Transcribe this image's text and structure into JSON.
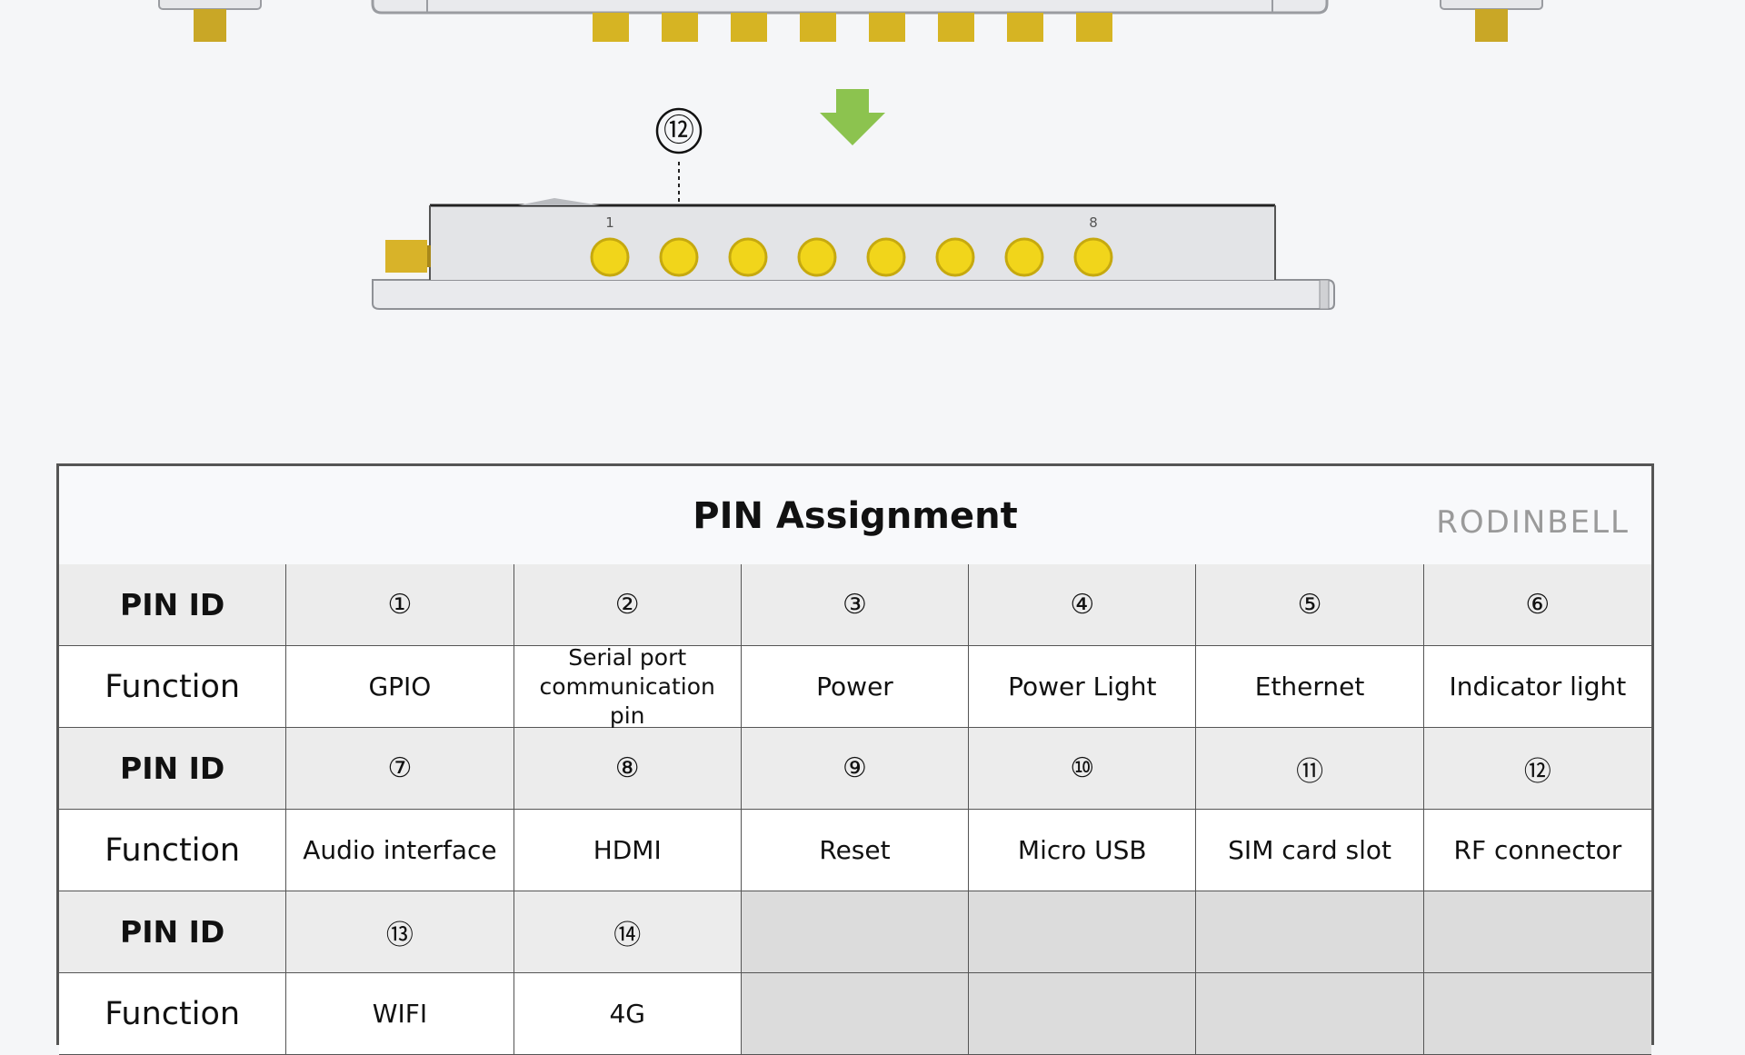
{
  "illustration": {
    "callout_label": "⑫",
    "connector_first_label": "1",
    "connector_last_label": "8",
    "arrow_color": "#8cc34f",
    "connector_color": "#f1d51b"
  },
  "table": {
    "title": "PIN Assignment",
    "brand_logo": "RODINBELL",
    "rows": [
      {
        "type": "id",
        "label": "PIN ID",
        "cells": [
          "①",
          "②",
          "③",
          "④",
          "⑤",
          "⑥"
        ]
      },
      {
        "type": "fn",
        "label": "Function",
        "cells": [
          "GPIO",
          "Serial port communication pin",
          "Power",
          "Power Light",
          "Ethernet",
          "Indicator light"
        ]
      },
      {
        "type": "id",
        "label": "PIN ID",
        "cells": [
          "⑦",
          "⑧",
          "⑨",
          "⑩",
          "⑪",
          "⑫"
        ]
      },
      {
        "type": "fn",
        "label": "Function",
        "cells": [
          "Audio interface",
          "HDMI",
          "Reset",
          "Micro USB",
          "SIM card slot",
          "RF connector"
        ]
      },
      {
        "type": "id",
        "label": "PIN ID",
        "cells": [
          "⑬",
          "⑭",
          "",
          "",
          "",
          ""
        ]
      },
      {
        "type": "fn",
        "label": "Function",
        "cells": [
          "WIFI",
          "4G",
          "",
          "",
          "",
          ""
        ]
      }
    ]
  }
}
